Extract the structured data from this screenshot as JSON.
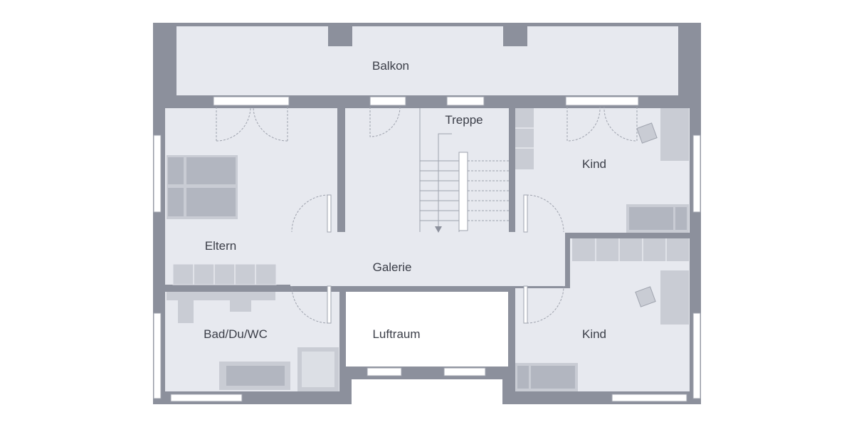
{
  "colors": {
    "wall": "#8c909c",
    "floor": "#e7e9ef",
    "void": "#ffffff",
    "furniture": "#c9ccd4",
    "furniture_dark": "#b2b6c0",
    "line": "#9ea2ad",
    "label": "#3b3e48"
  },
  "rooms": {
    "balkon": "Balkon",
    "treppe": "Treppe",
    "kind_top": "Kind",
    "eltern": "Eltern",
    "galerie": "Galerie",
    "bad": "Bad/Du/WC",
    "luftraum": "Luftraum",
    "kind_bottom": "Kind"
  }
}
